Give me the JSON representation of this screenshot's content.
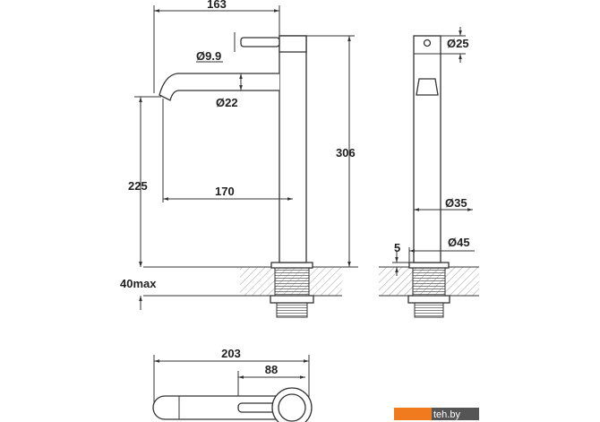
{
  "dimensions": {
    "width_top": "163",
    "lever_diameter": "Ø9.9",
    "spout_diameter": "Ø22",
    "spout_height": "225",
    "spout_reach": "170",
    "total_height": "306",
    "countertop_max": "40max",
    "handle_diameter": "Ø25",
    "body_diameter": "Ø35",
    "base_diameter": "Ø45",
    "base_height": "5",
    "plan_length": "203",
    "plan_lever": "88"
  },
  "watermark": {
    "text": "teh.by",
    "accent": "#f07a1e",
    "dark": "#555555"
  }
}
